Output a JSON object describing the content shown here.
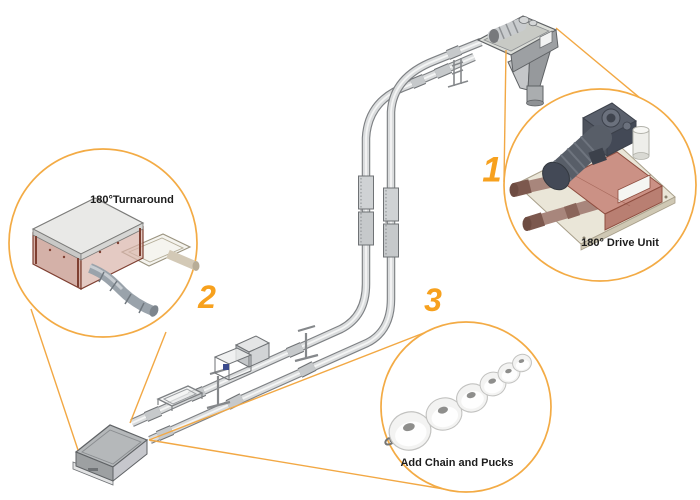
{
  "callouts": [
    {
      "number": "1",
      "label": "180° Drive Unit"
    },
    {
      "number": "2",
      "label": "180°Turnaround"
    },
    {
      "number": "3",
      "label": "Add Chain and Pucks"
    }
  ],
  "colors": {
    "accent_orange": "#F7A11E",
    "callout_line_orange": "#F2A844",
    "tube_gray": "#DADCDD",
    "housing_pink": "#C99D92",
    "motor_gray": "#565C66"
  }
}
